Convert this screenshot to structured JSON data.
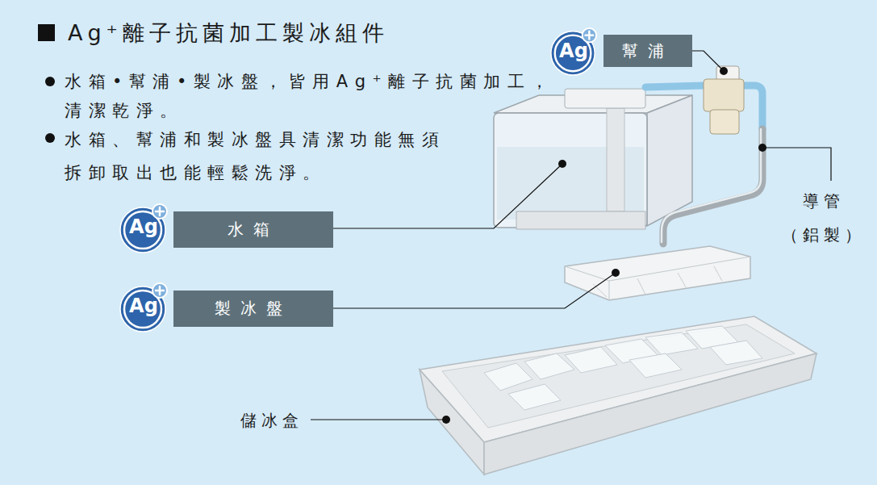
{
  "diagram": {
    "title": "Ag⁺離子抗菌加工製冰組件",
    "nodes": [
      {
        "text": [
          "Ag"
        ]
      },
      {
        "text": [
          "幫浦"
        ]
      },
      {
        "text": [
          "Ag"
        ]
      },
      {
        "text": [
          "水箱"
        ]
      },
      {
        "text": [
          "Ag"
        ]
      },
      {
        "text": [
          "製冰盤"
        ]
      }
    ],
    "labels": [
      "水箱•幫浦•製冰盤，皆用Ag⁺離子抗菌加工， 清潔乾淨。",
      "水箱、幫浦和製冰盤具清潔功能無須 拆卸取出也能輕鬆洗淨。",
      "導管 （鋁製）",
      "儲冰盒"
    ]
  }
}
